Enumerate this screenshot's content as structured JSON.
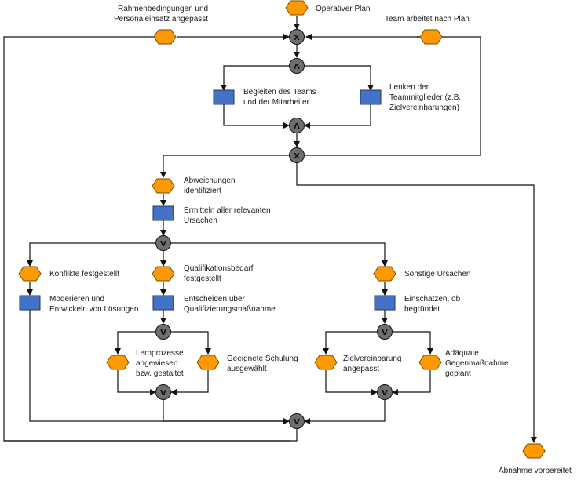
{
  "events": {
    "operativer_plan": "Operativer Plan",
    "rahmen_1": "Rahmenbedingungen und",
    "rahmen_2": "Personaleinsatz angepasst",
    "team_plan": "Team arbeitet nach Plan",
    "abw_1": "Abweichungen",
    "abw_2": "identifiziert",
    "konflikte": "Konflikte festgestellt",
    "qual_1": "Qualifikationsbedarf",
    "qual_2": "festgestellt",
    "sonstige": "Sonstige Ursachen",
    "lern_1": "Lernprozesse",
    "lern_2": "angewiesen",
    "lern_3": "bzw. gestaltet",
    "schul_1": "Geeignete Schulung",
    "schul_2": "ausgewählt",
    "ziel_1": "Zielvereinbarung",
    "ziel_2": "angepasst",
    "adaq_1": "Adäquate",
    "adaq_2": "Gegenmaßnahme",
    "adaq_3": "geplant",
    "abnahme": "Abnahme vorbereitet"
  },
  "functions": {
    "begleiten_1": "Begleiten des Teams",
    "begleiten_2": "und der Mitarbeiter",
    "lenken_1": "Lenken der",
    "lenken_2": "Teammitglieder (z.B.",
    "lenken_3": "Zielvereinbarungen)",
    "ermitteln_1": "Ermitteln aller relevanten",
    "ermitteln_2": "Ursachen",
    "moderieren_1": "Moderieren und",
    "moderieren_2": "Entwickeln von Lösungen",
    "entscheiden_1": "Entscheiden über",
    "entscheiden_2": "Qualifizierungsmaßnahme",
    "einschaetzen_1": "Einschätzen, ob",
    "einschaetzen_2": "begründet"
  },
  "operators": {
    "xor": "X",
    "and": "Λ",
    "or": "V"
  },
  "colors": {
    "event": "#ff9900",
    "function": "#4472c4",
    "operator": "#6e6e6e"
  }
}
